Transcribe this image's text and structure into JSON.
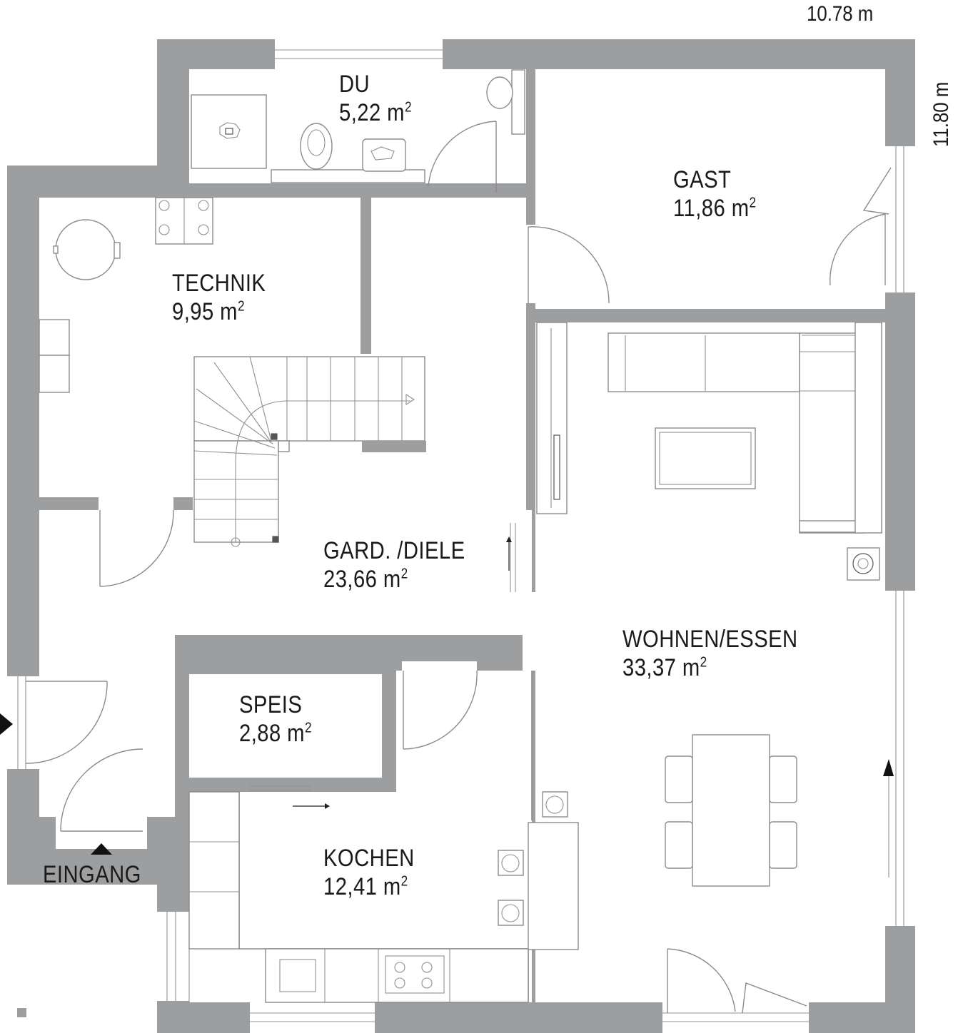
{
  "dimensions": {
    "width": "10.78 m",
    "depth": "11.80 m"
  },
  "rooms": [
    {
      "id": "du",
      "name": "DU",
      "area": "5,22 m"
    },
    {
      "id": "gast",
      "name": "GAST",
      "area": "11,86 m"
    },
    {
      "id": "technik",
      "name": "TECHNIK",
      "area": "9,95 m"
    },
    {
      "id": "diele",
      "name": "GARD. /DIELE",
      "area": "23,66 m"
    },
    {
      "id": "wohnen",
      "name": "WOHNEN/ESSEN",
      "area": "33,37 m"
    },
    {
      "id": "speis",
      "name": "SPEIS",
      "area": "2,88 m"
    },
    {
      "id": "kochen",
      "name": "KOCHEN",
      "area": "12,41 m"
    }
  ],
  "area_unit_superscript": "2",
  "entrance": {
    "label": "EINGANG"
  },
  "colors": {
    "wall": "#9d9ea0",
    "line": "#8a8b8d",
    "text": "#1a1a1a",
    "background": "#ffffff"
  }
}
